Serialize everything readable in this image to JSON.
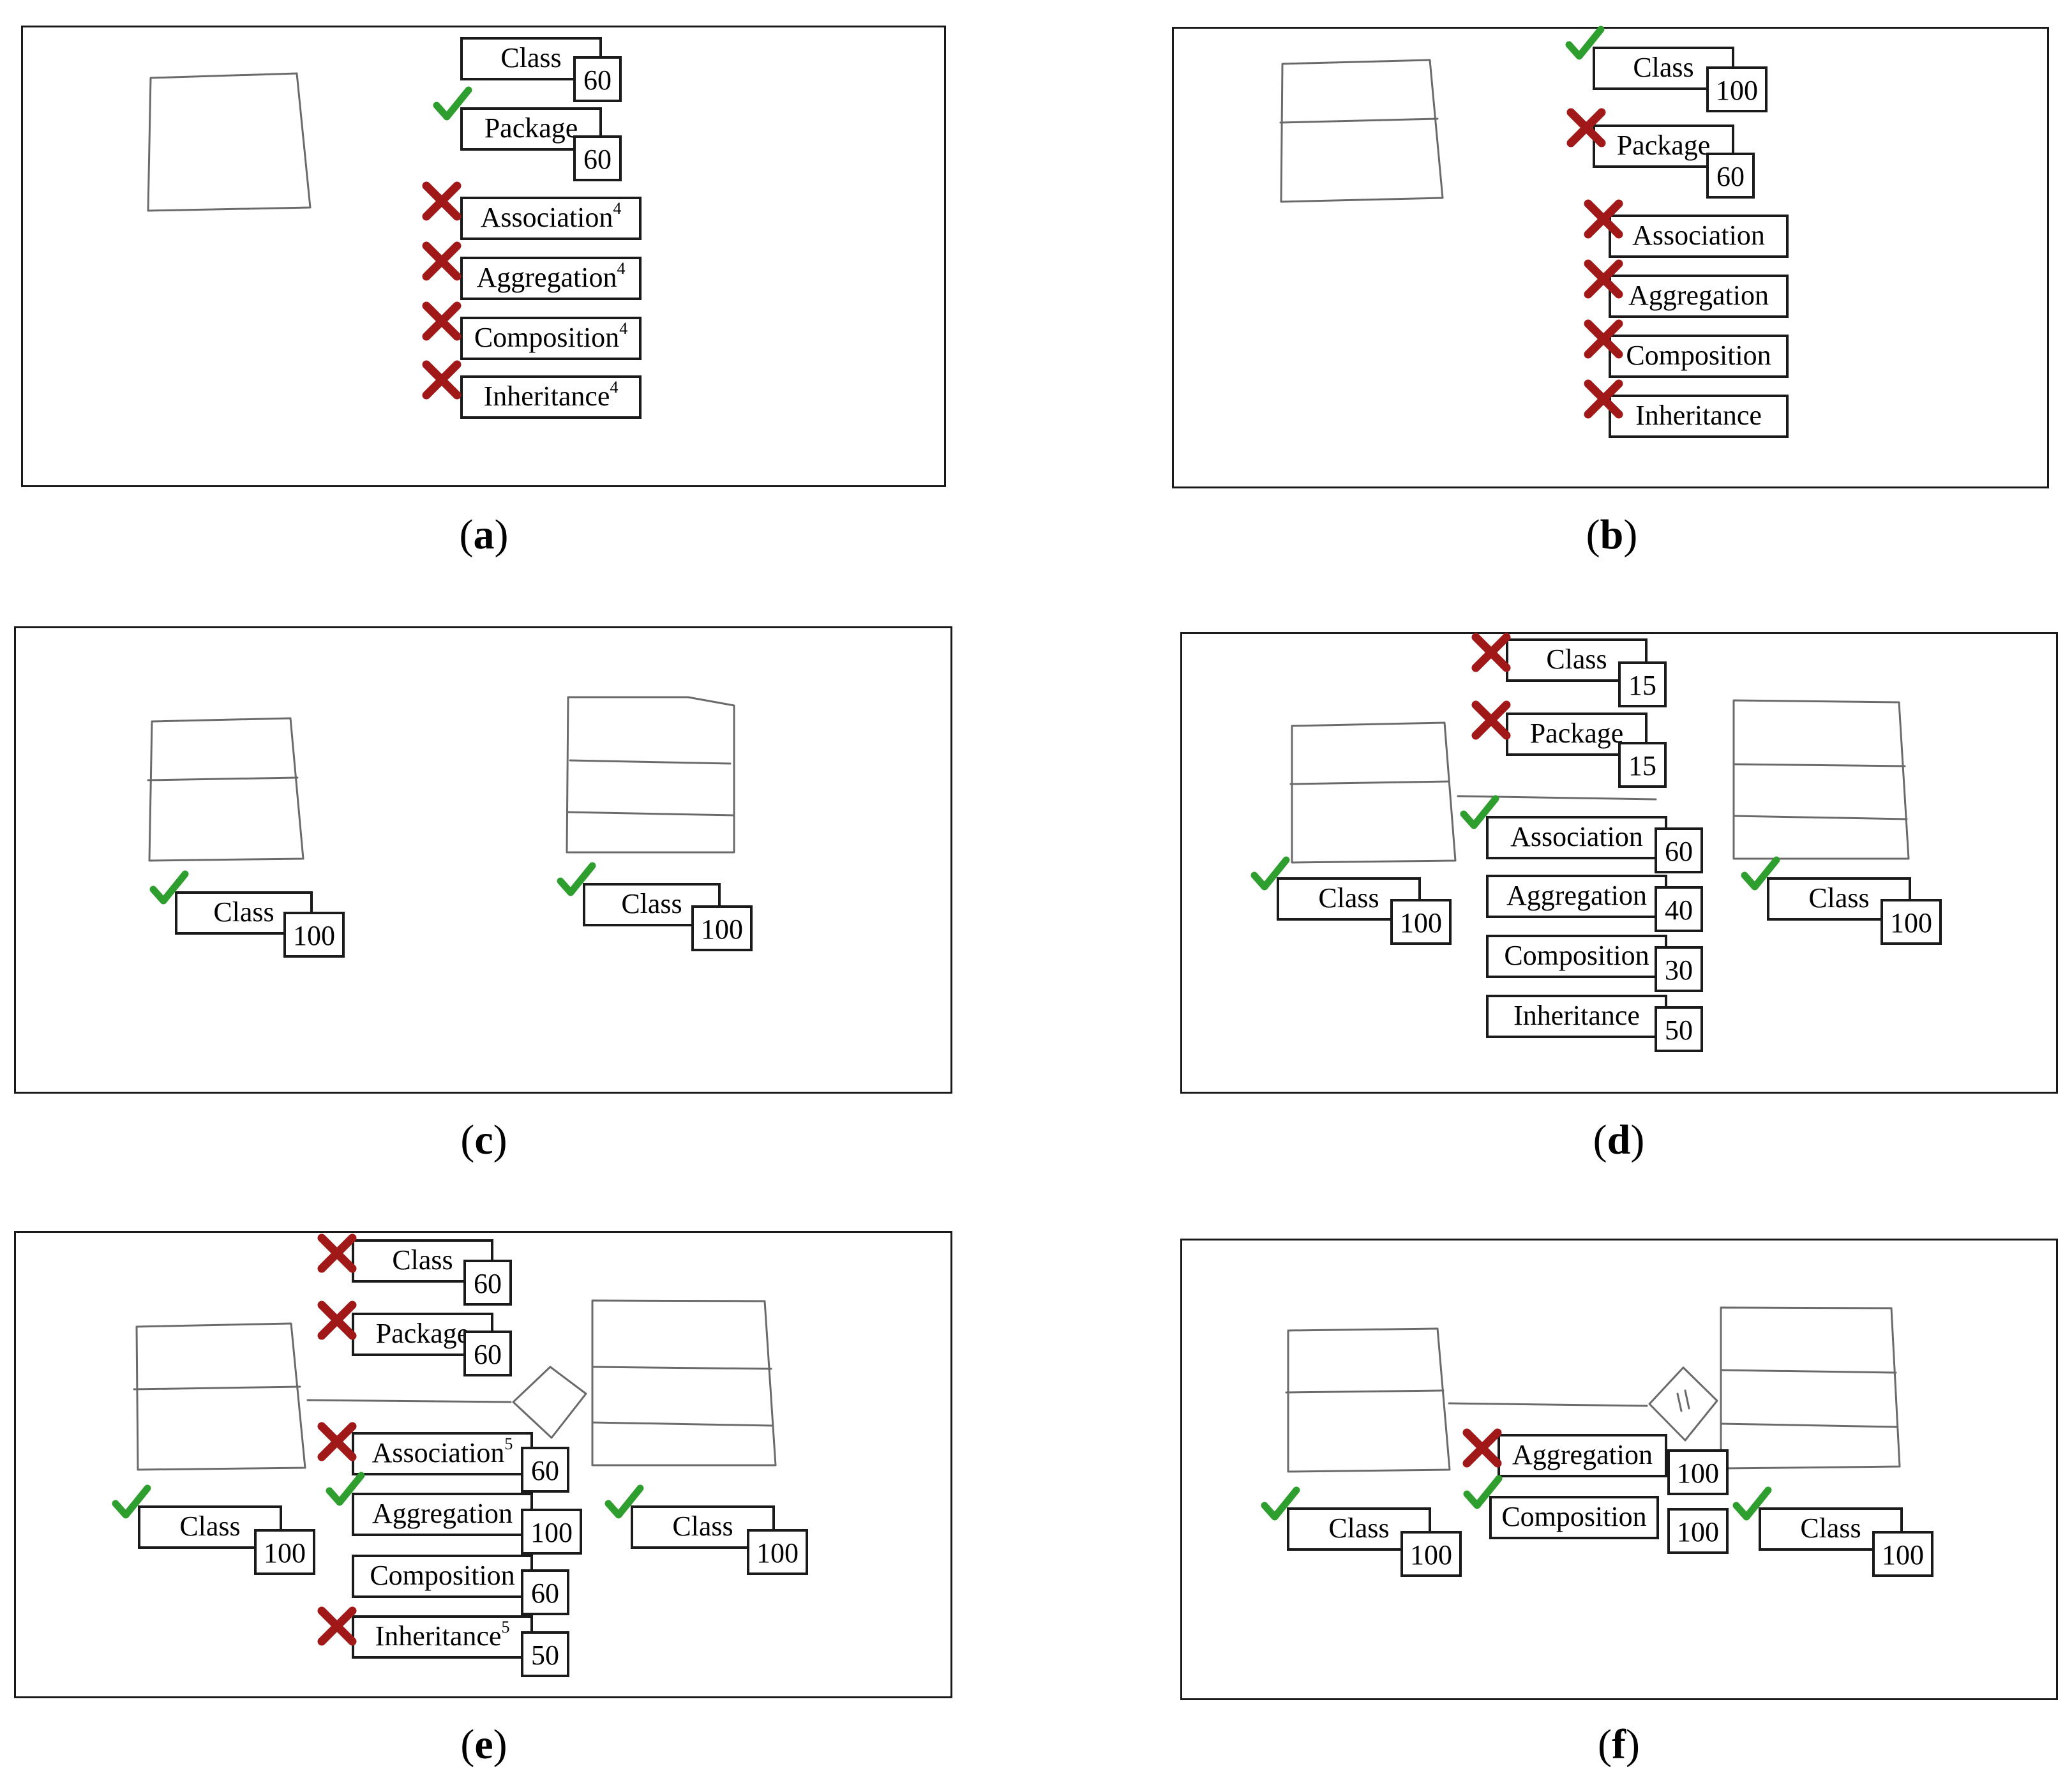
{
  "figure": {
    "panels": [
      {
        "id": "a",
        "caption": "a",
        "suggestions": [
          {
            "label": "Class",
            "score": "60",
            "mark": "none"
          },
          {
            "label": "Package",
            "score": "60",
            "mark": "check"
          },
          {
            "label": "Association",
            "superscript": "4",
            "mark": "cross"
          },
          {
            "label": "Aggregation",
            "superscript": "4",
            "mark": "cross"
          },
          {
            "label": "Composition",
            "superscript": "4",
            "mark": "cross"
          },
          {
            "label": "Inheritance",
            "superscript": "4",
            "mark": "cross"
          }
        ]
      },
      {
        "id": "b",
        "caption": "b",
        "suggestions": [
          {
            "label": "Class",
            "score": "100",
            "mark": "check"
          },
          {
            "label": "Package",
            "score": "60",
            "mark": "cross"
          },
          {
            "label": "Association",
            "mark": "cross"
          },
          {
            "label": "Aggregation",
            "mark": "cross"
          },
          {
            "label": "Composition",
            "mark": "cross"
          },
          {
            "label": "Inheritance",
            "mark": "cross"
          }
        ]
      },
      {
        "id": "c",
        "caption": "c",
        "suggestions": [
          {
            "label": "Class",
            "score": "100",
            "mark": "check"
          },
          {
            "label": "Class",
            "score": "100",
            "mark": "check"
          }
        ]
      },
      {
        "id": "d",
        "caption": "d",
        "suggestions": [
          {
            "label": "Class",
            "score": "15",
            "mark": "cross"
          },
          {
            "label": "Package",
            "score": "15",
            "mark": "cross"
          },
          {
            "label": "Association",
            "score": "60",
            "mark": "check"
          },
          {
            "label": "Aggregation",
            "score": "40",
            "mark": "none"
          },
          {
            "label": "Composition",
            "score": "30",
            "mark": "none"
          },
          {
            "label": "Inheritance",
            "score": "50",
            "mark": "none"
          },
          {
            "label": "Class",
            "score": "100",
            "mark": "check"
          },
          {
            "label": "Class",
            "score": "100",
            "mark": "check"
          }
        ]
      },
      {
        "id": "e",
        "caption": "e",
        "suggestions": [
          {
            "label": "Class",
            "score": "60",
            "mark": "cross"
          },
          {
            "label": "Package",
            "score": "60",
            "mark": "cross"
          },
          {
            "label": "Association",
            "superscript": "5",
            "score": "60",
            "mark": "cross"
          },
          {
            "label": "Aggregation",
            "score": "100",
            "mark": "check"
          },
          {
            "label": "Composition",
            "score": "60",
            "mark": "none"
          },
          {
            "label": "Inheritance",
            "superscript": "5",
            "score": "50",
            "mark": "cross"
          },
          {
            "label": "Class",
            "score": "100",
            "mark": "check"
          },
          {
            "label": "Class",
            "score": "100",
            "mark": "check"
          }
        ]
      },
      {
        "id": "f",
        "caption": "f",
        "suggestions": [
          {
            "label": "Aggregation",
            "score": "100",
            "mark": "cross"
          },
          {
            "label": "Composition",
            "score": "100",
            "mark": "check"
          },
          {
            "label": "Class",
            "score": "100",
            "mark": "check"
          },
          {
            "label": "Class",
            "score": "100",
            "mark": "check"
          }
        ]
      }
    ],
    "colors": {
      "check": "#2e9e2e",
      "cross": "#a01818",
      "sketch": "#6a6a6a",
      "frame": "#1a1a1a"
    }
  }
}
